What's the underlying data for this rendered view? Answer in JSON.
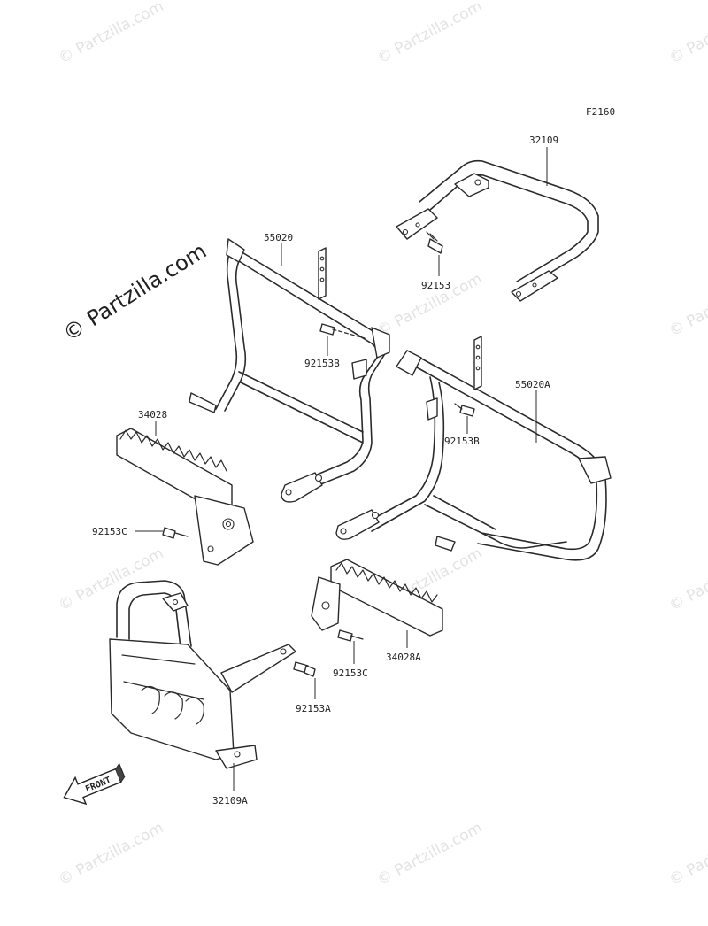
{
  "diagram_code": "F2160",
  "watermarks": {
    "repeated": "© Partzilla.com",
    "main": "© Partzilla.com"
  },
  "front_arrow_label": "FRONT",
  "parts": [
    {
      "id": "32109",
      "label": "32109"
    },
    {
      "id": "55020",
      "label": "55020"
    },
    {
      "id": "92153",
      "label": "92153"
    },
    {
      "id": "92153B-left",
      "label": "92153B"
    },
    {
      "id": "55020A",
      "label": "55020A"
    },
    {
      "id": "92153B-right",
      "label": "92153B"
    },
    {
      "id": "34028",
      "label": "34028"
    },
    {
      "id": "92153C-left",
      "label": "92153C"
    },
    {
      "id": "34028A",
      "label": "34028A"
    },
    {
      "id": "92153C-right",
      "label": "92153C"
    },
    {
      "id": "92153A",
      "label": "92153A"
    },
    {
      "id": "32109A",
      "label": "32109A"
    }
  ]
}
